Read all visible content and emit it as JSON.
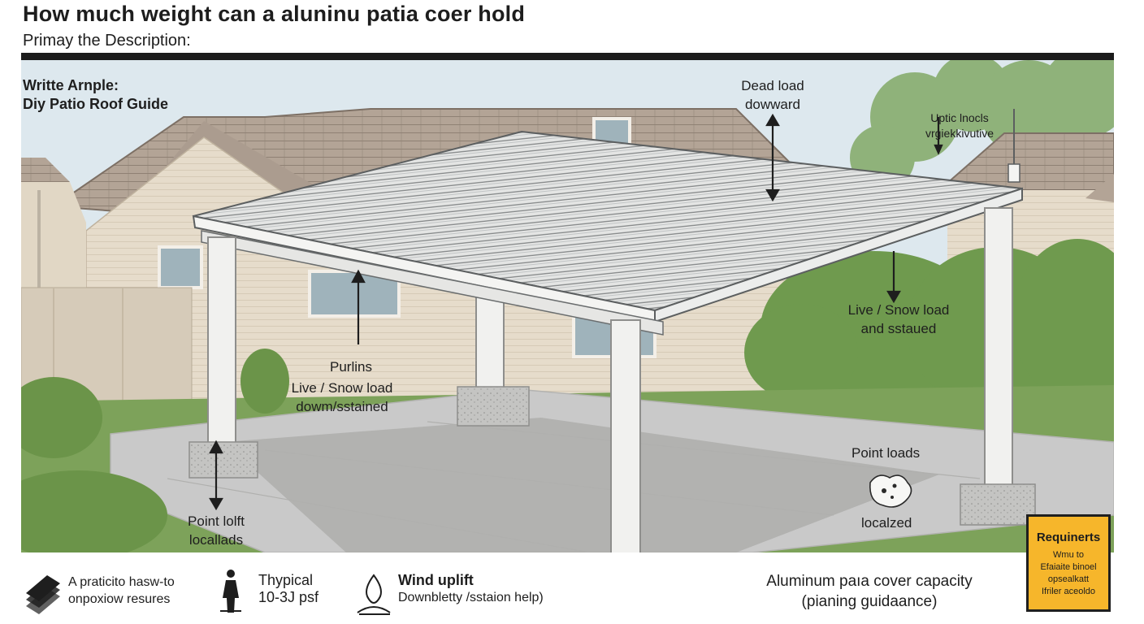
{
  "header": {
    "title": "How much weight can a aluninu patia coer hold",
    "subtitle": "Primay the Description:"
  },
  "labels": {
    "guide_line1": "Writte Arnple:",
    "guide_line2": "Diy Patio Roof Guide",
    "dead_load_line1": "Dead load",
    "dead_load_line2": "dowward",
    "uplift_line1": "Uptic lnocls",
    "uplift_line2": "vrgiekkivutive",
    "purlins": "Purlins",
    "live_snow_left_line1": "Live / Snow load",
    "live_snow_left_line2": "dowm/sstained",
    "live_snow_right_line1": "Live / Snow load",
    "live_snow_right_line2": "and sstaued",
    "point_lift_line1": "Point lolft",
    "point_lift_line2": "locallads",
    "point_loads": "Point loads",
    "localized": "localzed"
  },
  "footer": {
    "howto_line1": "A praticito hasw-to",
    "howto_line2": "onpoxiow resures",
    "typical_line1": "Thypical",
    "typical_line2": "10-3J psf",
    "wind_line1": "Wind uplift",
    "wind_line2": "Downbletty /sstaion help)",
    "capacity_line1": "Aluminum paıa cover capacity",
    "capacity_line2": "(pianing guidaance)"
  },
  "requirements": {
    "heading": "Requinerts",
    "lines": [
      "Wmu to",
      "Efaiaite binoel",
      "opsealkatt",
      "Ifriler aceoldo"
    ]
  },
  "icons": [
    "document-stack-icon",
    "person-load-icon",
    "wind-snow-icon",
    "rock-icon"
  ],
  "colors": {
    "sky": "#dde8ee",
    "house_wall": "#e6dccb",
    "roof_shingle": "#b3a496",
    "grass": "#7da25a",
    "concrete": "#c9c9c9",
    "frame": "#f1f1ef",
    "rule": "#1c1c1c",
    "requirements_box": "#f6b62b"
  }
}
